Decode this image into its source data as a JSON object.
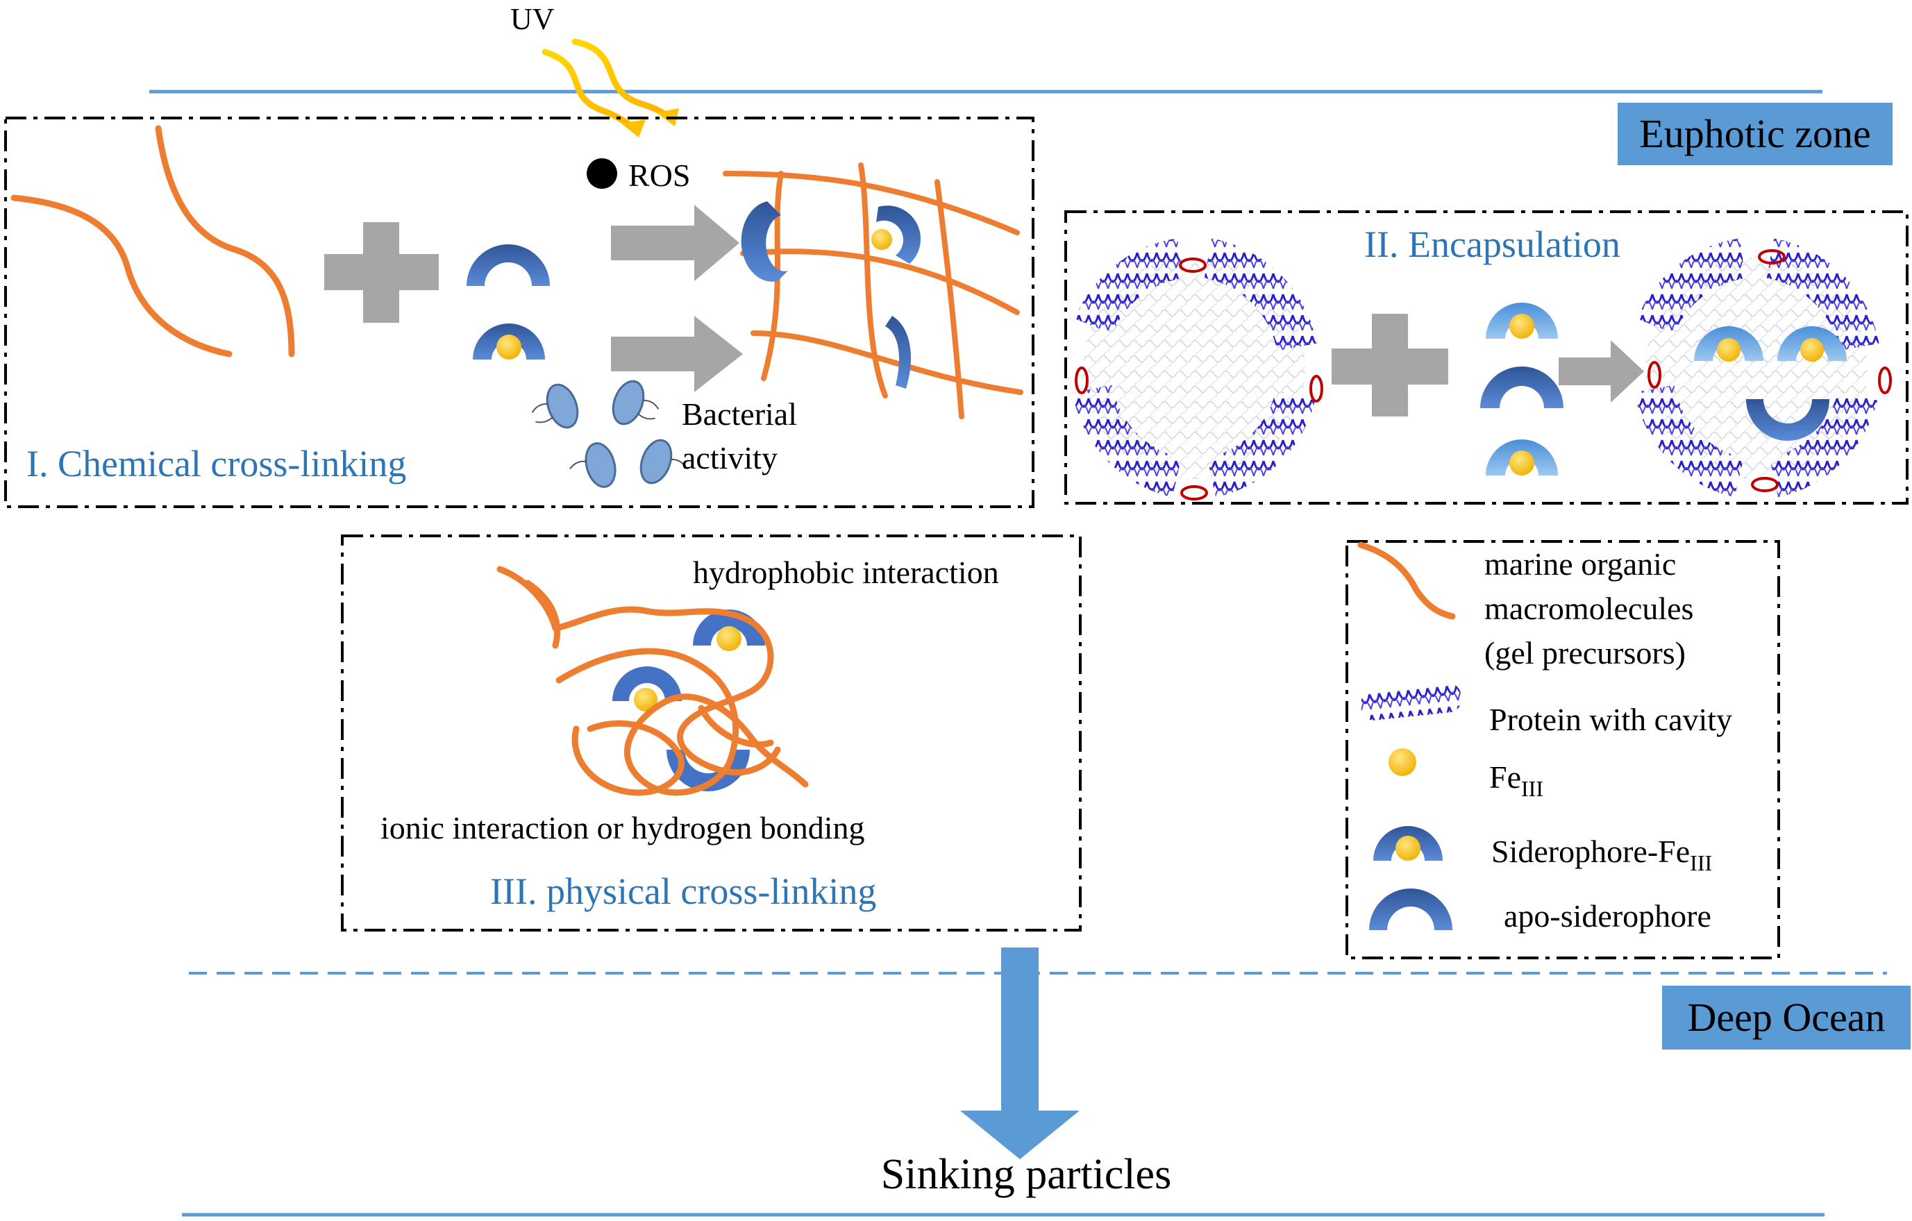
{
  "uv_label": "UV",
  "ros_label": "ROS",
  "zones": {
    "euphotic": "Euphotic zone",
    "deep": "Deep Ocean"
  },
  "panel_chemical": {
    "title": "I. Chemical cross-linking",
    "bacterial_line1": "Bacterial",
    "bacterial_line2": "activity"
  },
  "panel_encapsulation": {
    "title": "II. Encapsulation"
  },
  "panel_physical": {
    "title": "III. physical cross-linking",
    "hydrophobic": "hydrophobic interaction",
    "ionic": "ionic interaction or hydrogen bonding"
  },
  "legend": {
    "macromolecules_line1": "marine organic",
    "macromolecules_line2": "macromolecules",
    "macromolecules_line3": "(gel precursors)",
    "protein": "Protein with cavity",
    "fe_base": "Fe",
    "fe_sub": "III",
    "siderophore_fe_base": "Siderophore-Fe",
    "siderophore_fe_sub": "III",
    "apo": "apo-siderophore"
  },
  "sinking_label": "Sinking particles",
  "colors": {
    "orange": "#ED7D31",
    "blue_cap": "#4472C4",
    "iron": "#FFC000",
    "arrow_gray": "#A6A6A6",
    "zone_box": "#5B9BD5",
    "title_blue": "#2E75B6",
    "protein": "#2A1FC8"
  }
}
